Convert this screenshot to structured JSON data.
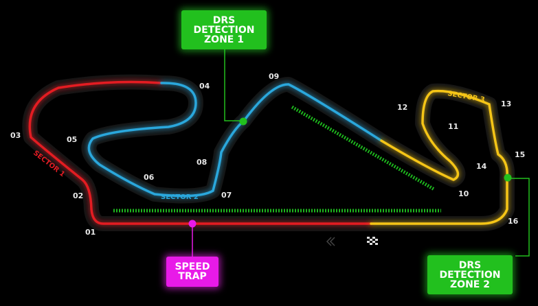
{
  "turns": [
    "01",
    "02",
    "03",
    "04",
    "05",
    "06",
    "07",
    "08",
    "09",
    "10",
    "11",
    "12",
    "13",
    "14",
    "15",
    "16"
  ],
  "sectors": [
    "SECTOR 1",
    "SECTOR 2",
    "SECTOR 3"
  ],
  "drs_zone_1": [
    "DRS",
    "DETECTION",
    "ZONE 1"
  ],
  "drs_zone_2": [
    "DRS",
    "DETECTION",
    "ZONE 2"
  ],
  "speed_trap": [
    "SPEED",
    "TRAP"
  ],
  "colors": {
    "sector1": "#e31b23",
    "sector2": "#2aa7dc",
    "sector3": "#f5c518",
    "drs": "#22c01e",
    "speed_trap": "#e81ae8"
  }
}
